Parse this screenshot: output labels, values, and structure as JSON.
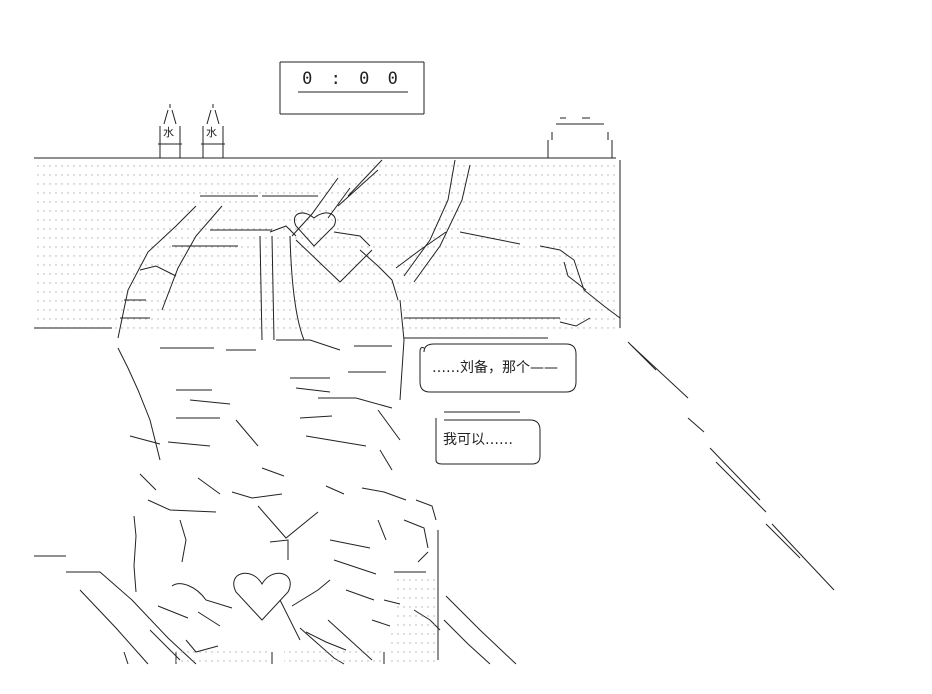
{
  "timer": {
    "display": "0 : 0 0"
  },
  "bottles": [
    {
      "label": "水"
    },
    {
      "label": "水"
    }
  ],
  "dialogue": [
    {
      "text": "……刘备，那个——"
    },
    {
      "text": "我可以……"
    }
  ],
  "colors": {
    "ink": "#222222",
    "background": "#ffffff",
    "dots": "#aaaaaa"
  }
}
